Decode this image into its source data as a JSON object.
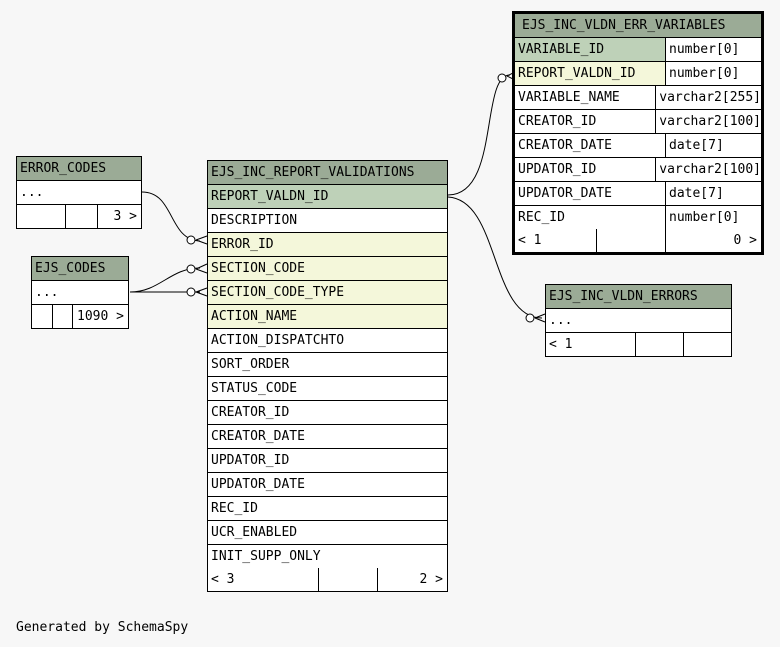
{
  "tables": {
    "error_codes": {
      "title": "ERROR_CODES",
      "rows": [
        "..."
      ],
      "footer": {
        "left": "",
        "right": "3 >"
      }
    },
    "ejs_codes": {
      "title": "EJS_CODES",
      "rows": [
        "..."
      ],
      "footer": {
        "left": "",
        "right": "1090 >"
      }
    },
    "report_validations": {
      "title": "EJS_INC_REPORT_VALIDATIONS",
      "rows": [
        {
          "name": "REPORT_VALDN_ID",
          "kind": "pk"
        },
        {
          "name": "DESCRIPTION",
          "kind": ""
        },
        {
          "name": "ERROR_ID",
          "kind": "fk"
        },
        {
          "name": "SECTION_CODE",
          "kind": "fk"
        },
        {
          "name": "SECTION_CODE_TYPE",
          "kind": "fk"
        },
        {
          "name": "ACTION_NAME",
          "kind": "fk"
        },
        {
          "name": "ACTION_DISPATCHTO",
          "kind": ""
        },
        {
          "name": "SORT_ORDER",
          "kind": ""
        },
        {
          "name": "STATUS_CODE",
          "kind": ""
        },
        {
          "name": "CREATOR_ID",
          "kind": ""
        },
        {
          "name": "CREATOR_DATE",
          "kind": ""
        },
        {
          "name": "UPDATOR_ID",
          "kind": ""
        },
        {
          "name": "UPDATOR_DATE",
          "kind": ""
        },
        {
          "name": "REC_ID",
          "kind": ""
        },
        {
          "name": "UCR_ENABLED",
          "kind": ""
        },
        {
          "name": "INIT_SUPP_ONLY",
          "kind": ""
        }
      ],
      "footer": {
        "left": "< 3",
        "right": "2 >"
      }
    },
    "err_variables": {
      "title": "EJS_INC_VLDN_ERR_VARIABLES",
      "rows": [
        {
          "name": "VARIABLE_ID",
          "type": "number[0]",
          "kind": "pk"
        },
        {
          "name": "REPORT_VALDN_ID",
          "type": "number[0]",
          "kind": "fk"
        },
        {
          "name": "VARIABLE_NAME",
          "type": "varchar2[255]",
          "kind": ""
        },
        {
          "name": "CREATOR_ID",
          "type": "varchar2[100]",
          "kind": ""
        },
        {
          "name": "CREATOR_DATE",
          "type": "date[7]",
          "kind": ""
        },
        {
          "name": "UPDATOR_ID",
          "type": "varchar2[100]",
          "kind": ""
        },
        {
          "name": "UPDATOR_DATE",
          "type": "date[7]",
          "kind": ""
        },
        {
          "name": "REC_ID",
          "type": "number[0]",
          "kind": ""
        }
      ],
      "footer": {
        "left": "< 1",
        "right": "0 >"
      }
    },
    "vldn_errors": {
      "title": "EJS_INC_VLDN_ERRORS",
      "rows": [
        "..."
      ],
      "footer": {
        "left": "< 1",
        "right": ""
      }
    }
  },
  "footer_text": "Generated by SchemaSpy"
}
